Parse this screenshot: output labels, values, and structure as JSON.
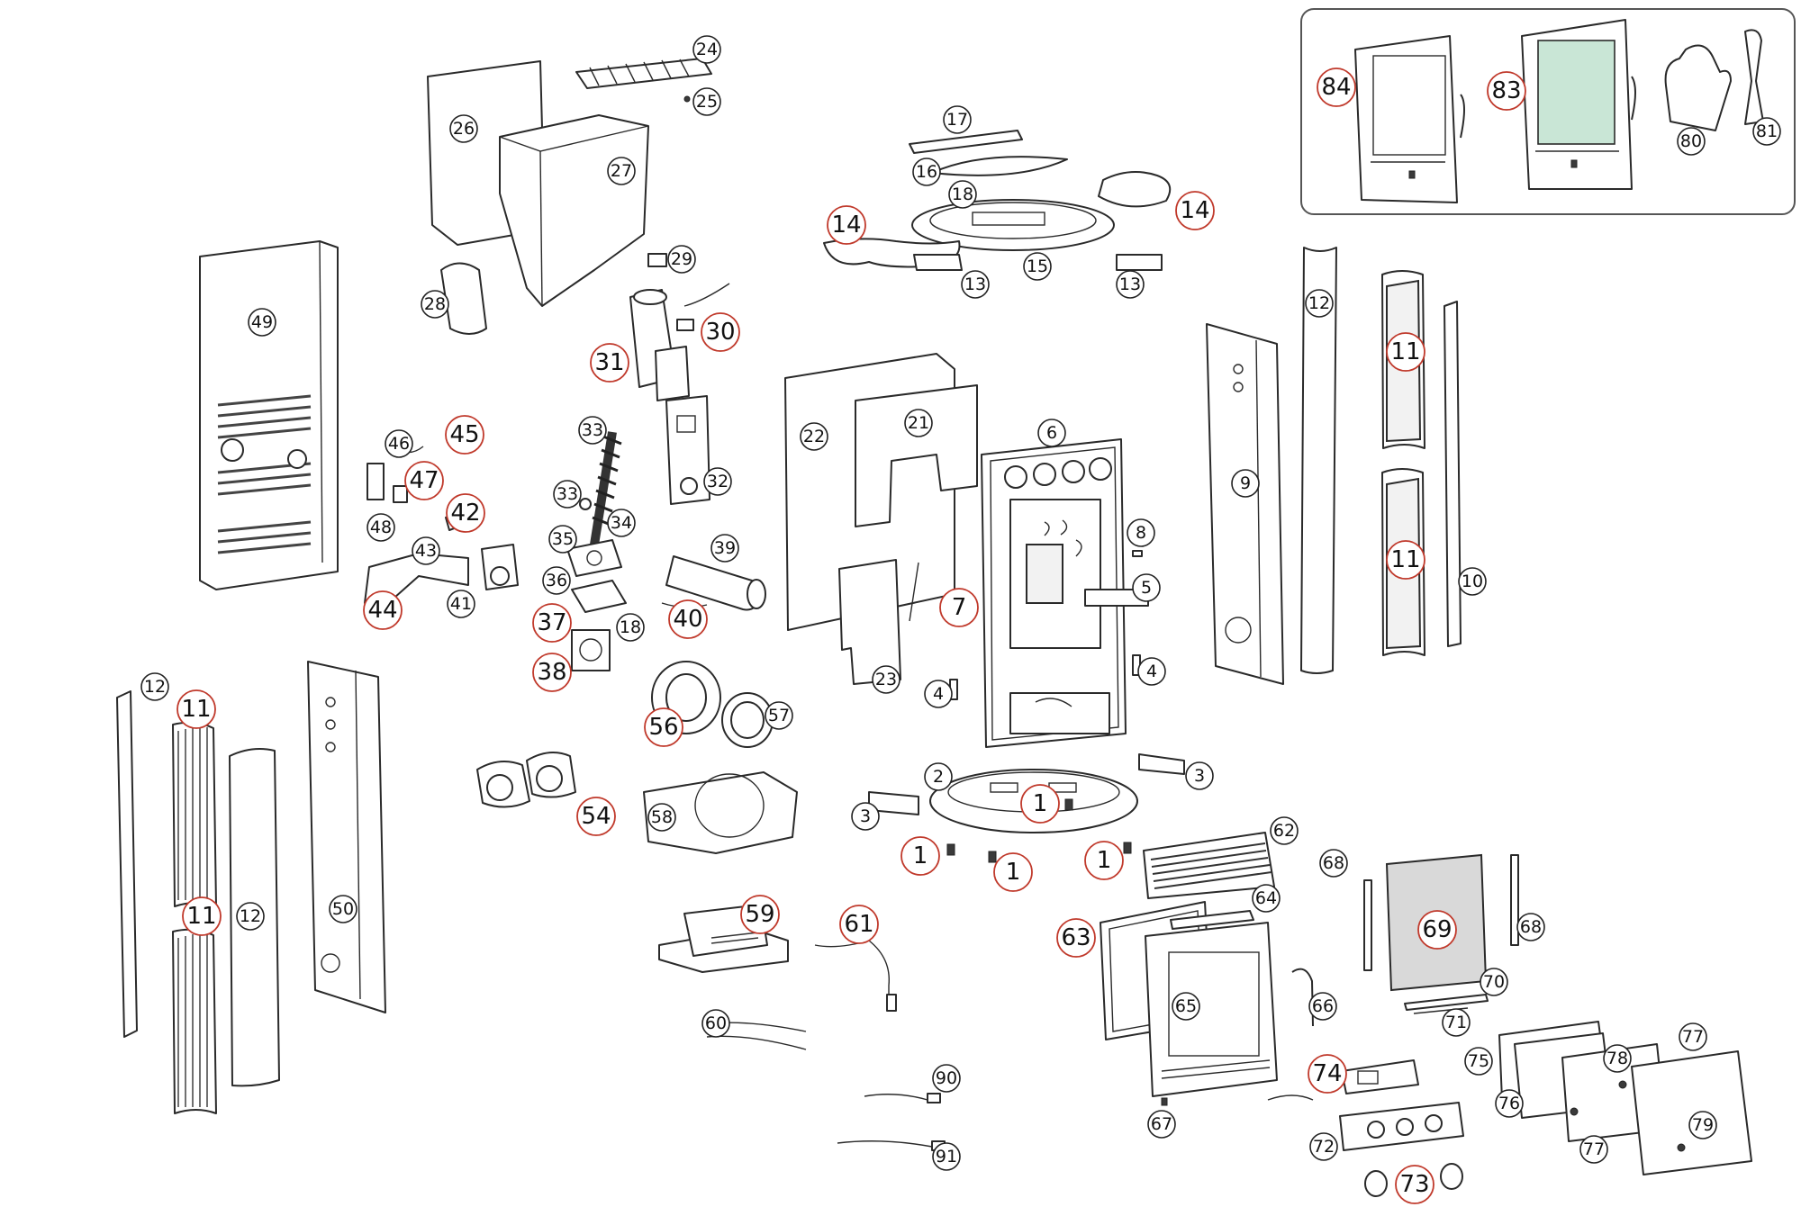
{
  "diagram": {
    "callouts": [
      {
        "n": "24",
        "big": false
      },
      {
        "n": "25",
        "big": false
      },
      {
        "n": "26",
        "big": false
      },
      {
        "n": "27",
        "big": false
      },
      {
        "n": "28",
        "big": false
      },
      {
        "n": "29",
        "big": false
      },
      {
        "n": "30",
        "big": true
      },
      {
        "n": "31",
        "big": true
      },
      {
        "n": "32",
        "big": false
      },
      {
        "n": "33",
        "big": false
      },
      {
        "n": "33",
        "big": false
      },
      {
        "n": "34",
        "big": false
      },
      {
        "n": "35",
        "big": false
      },
      {
        "n": "36",
        "big": false
      },
      {
        "n": "37",
        "big": true
      },
      {
        "n": "38",
        "big": true
      },
      {
        "n": "18",
        "big": false
      },
      {
        "n": "39",
        "big": false
      },
      {
        "n": "40",
        "big": true
      },
      {
        "n": "49",
        "big": false
      },
      {
        "n": "46",
        "big": false
      },
      {
        "n": "45",
        "big": true
      },
      {
        "n": "47",
        "big": true
      },
      {
        "n": "48",
        "big": false
      },
      {
        "n": "42",
        "big": true
      },
      {
        "n": "43",
        "big": false
      },
      {
        "n": "44",
        "big": true
      },
      {
        "n": "41",
        "big": false
      },
      {
        "n": "17",
        "big": false
      },
      {
        "n": "16",
        "big": false
      },
      {
        "n": "18",
        "big": false
      },
      {
        "n": "14",
        "big": true
      },
      {
        "n": "14",
        "big": true
      },
      {
        "n": "13",
        "big": false
      },
      {
        "n": "15",
        "big": false
      },
      {
        "n": "13",
        "big": false
      },
      {
        "n": "22",
        "big": false
      },
      {
        "n": "21",
        "big": false
      },
      {
        "n": "23",
        "big": false
      },
      {
        "n": "6",
        "big": false
      },
      {
        "n": "8",
        "big": false
      },
      {
        "n": "5",
        "big": false
      },
      {
        "n": "7",
        "big": true
      },
      {
        "n": "4",
        "big": false
      },
      {
        "n": "4",
        "big": false
      },
      {
        "n": "9",
        "big": false
      },
      {
        "n": "12",
        "big": false
      },
      {
        "n": "11",
        "big": true
      },
      {
        "n": "11",
        "big": true
      },
      {
        "n": "10",
        "big": false
      },
      {
        "n": "12",
        "big": false
      },
      {
        "n": "11",
        "big": true
      },
      {
        "n": "11",
        "big": true
      },
      {
        "n": "12",
        "big": false
      },
      {
        "n": "50",
        "big": false
      },
      {
        "n": "56",
        "big": true
      },
      {
        "n": "57",
        "big": false
      },
      {
        "n": "54",
        "big": true
      },
      {
        "n": "58",
        "big": false
      },
      {
        "n": "2",
        "big": false
      },
      {
        "n": "3",
        "big": false
      },
      {
        "n": "3",
        "big": false
      },
      {
        "n": "1",
        "big": true
      },
      {
        "n": "1",
        "big": true
      },
      {
        "n": "1",
        "big": true
      },
      {
        "n": "1",
        "big": true
      },
      {
        "n": "62",
        "big": false
      },
      {
        "n": "59",
        "big": true
      },
      {
        "n": "61",
        "big": true
      },
      {
        "n": "60",
        "big": false
      },
      {
        "n": "90",
        "big": false
      },
      {
        "n": "91",
        "big": false
      },
      {
        "n": "63",
        "big": true
      },
      {
        "n": "64",
        "big": false
      },
      {
        "n": "65",
        "big": false
      },
      {
        "n": "66",
        "big": false
      },
      {
        "n": "67",
        "big": false
      },
      {
        "n": "68",
        "big": false
      },
      {
        "n": "68",
        "big": false
      },
      {
        "n": "69",
        "big": true
      },
      {
        "n": "70",
        "big": false
      },
      {
        "n": "71",
        "big": false
      },
      {
        "n": "74",
        "big": true
      },
      {
        "n": "72",
        "big": false
      },
      {
        "n": "73",
        "big": true
      },
      {
        "n": "75",
        "big": false
      },
      {
        "n": "76",
        "big": false
      },
      {
        "n": "77",
        "big": false
      },
      {
        "n": "78",
        "big": false
      },
      {
        "n": "77",
        "big": false
      },
      {
        "n": "79",
        "big": false
      },
      {
        "n": "84",
        "big": true
      },
      {
        "n": "83",
        "big": true
      },
      {
        "n": "80",
        "big": false
      },
      {
        "n": "81",
        "big": false
      }
    ],
    "colors": {
      "line": "#2a2a2a",
      "callout_highlight": "#c0392b",
      "glass": "#c9e6d6",
      "panel": "#d9d9d9"
    }
  }
}
